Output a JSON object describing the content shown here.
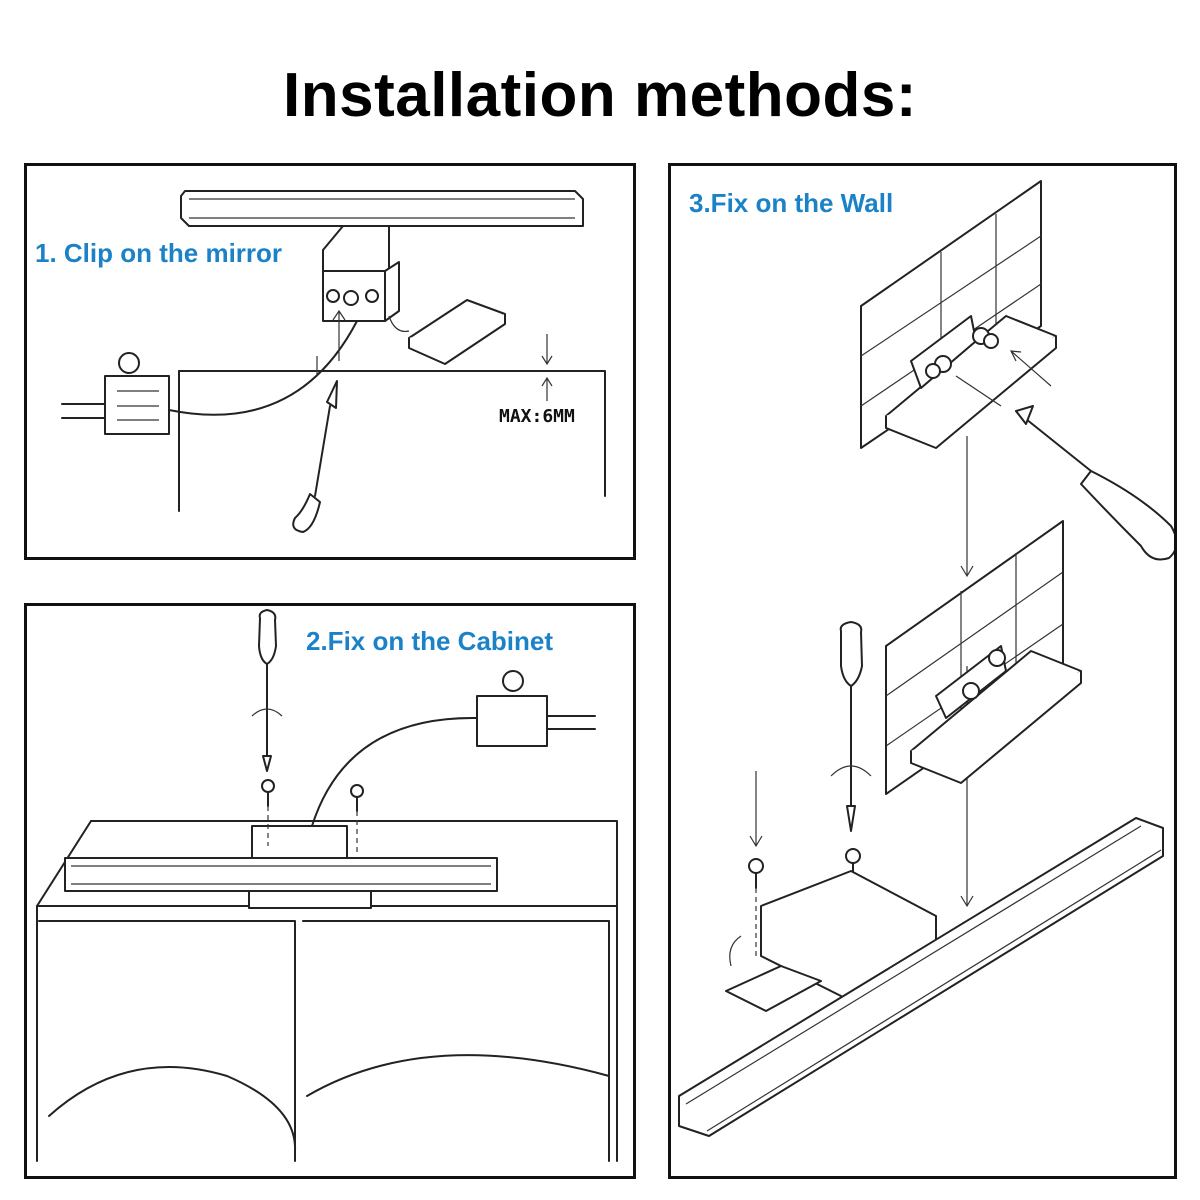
{
  "page": {
    "title": "Installation methods:"
  },
  "panels": {
    "clip_mirror": {
      "label": "1. Clip on the mirror",
      "annotation": "MAX:6MM"
    },
    "fix_cabinet": {
      "label": "2.Fix on the Cabinet"
    },
    "fix_wall": {
      "label": "3.Fix on the Wall"
    }
  },
  "icons": [
    "screwdriver-icon",
    "screw-icon",
    "driver-box-icon",
    "arrow-icon",
    "led-bar-light"
  ]
}
